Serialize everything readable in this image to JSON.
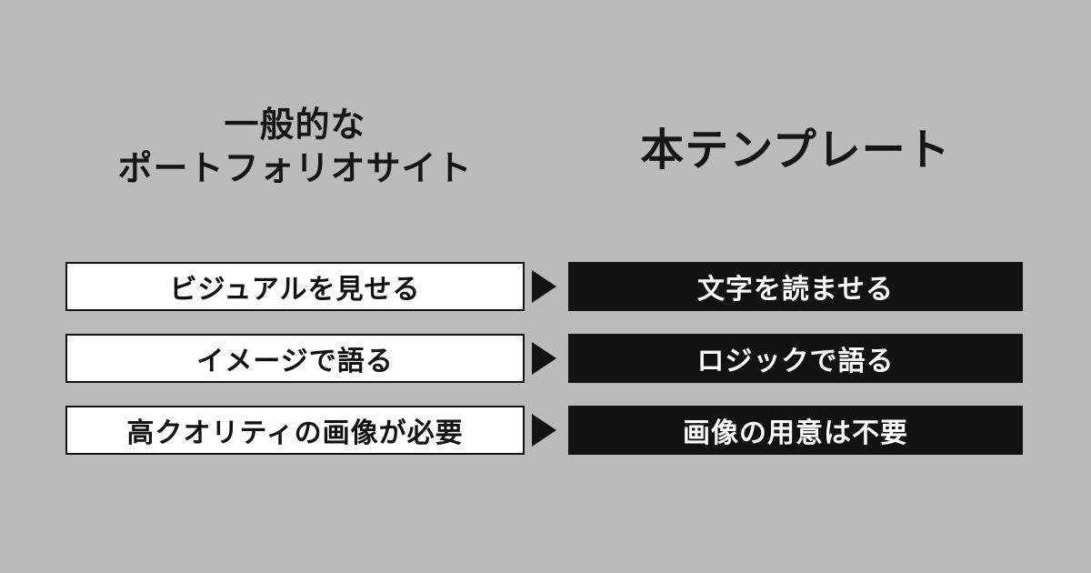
{
  "diagram": {
    "columns": {
      "left": {
        "title_line1": "一般的な",
        "title_line2": "ポートフォリオサイト"
      },
      "right": {
        "title": "本テンプレート"
      }
    },
    "rows": [
      {
        "left": "ビジュアルを見せる",
        "right": "文字を読ませる"
      },
      {
        "left": "イメージで語る",
        "right": "ロジックで語る"
      },
      {
        "left": "高クオリティの画像が必要",
        "right": "画像の用意は不要"
      }
    ],
    "icons": {
      "arrow": "right-triangle"
    },
    "colors": {
      "background": "#bbbbbb",
      "box_dark": "#121212",
      "box_light": "#ffffff",
      "text_dark": "#161616",
      "text_light": "#ffffff"
    }
  }
}
